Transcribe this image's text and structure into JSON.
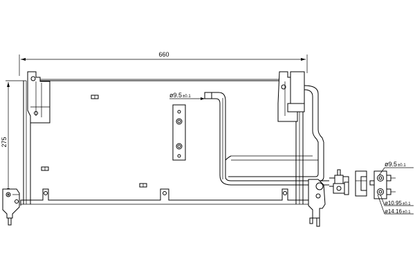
{
  "drawing": {
    "type": "condenser technical drawing",
    "dimensions": {
      "width": "660",
      "height": "275",
      "inlet_pipe": "ø9.5",
      "inlet_tol": "±0.1",
      "fitting_small": "ø9.5",
      "fitting_small_tol": "±0.1",
      "fitting_mid": "ø10.95",
      "fitting_mid_tol": "±0.1",
      "fitting_large": "ø14.16",
      "fitting_large_tol": "±0.1"
    },
    "colors": {
      "line": "#000000",
      "background": "#ffffff"
    }
  }
}
